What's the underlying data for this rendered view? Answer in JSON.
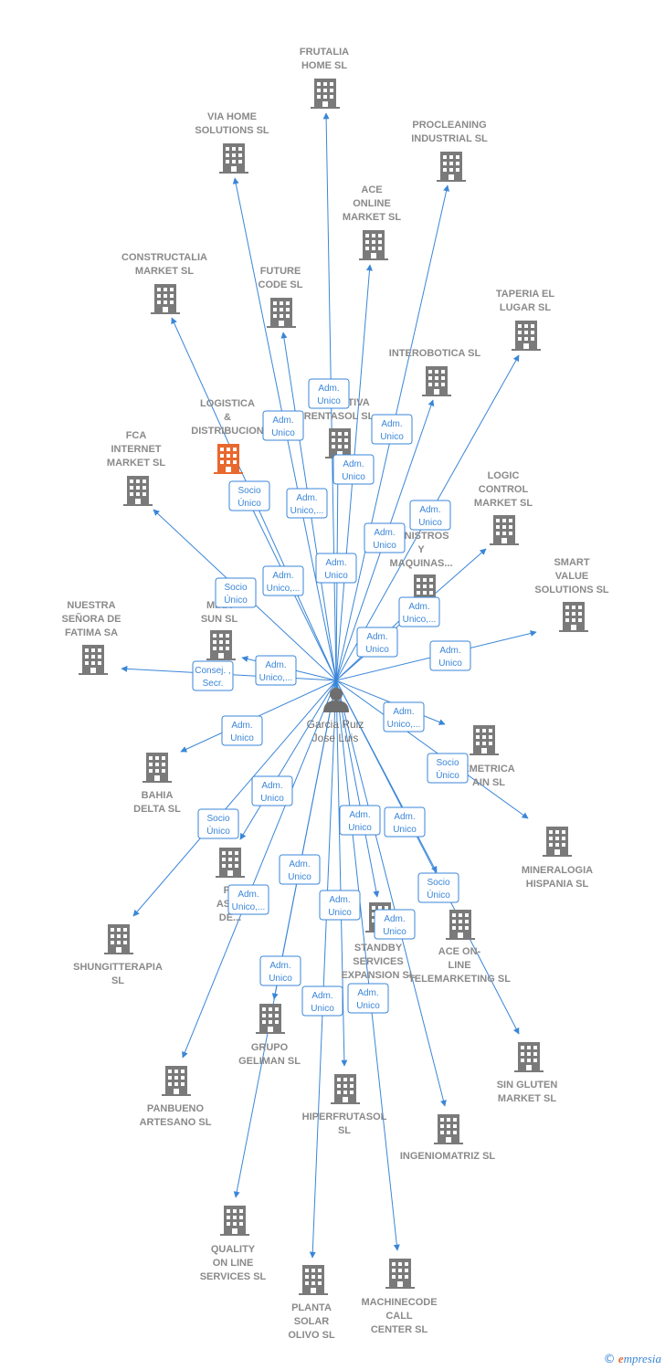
{
  "colors": {
    "edge": "#3a86d8",
    "building": "#7a7a7a",
    "highlight": "#e8682d",
    "person": "#6e6e6e"
  },
  "center": {
    "name_line1": "Garcia Ruiz",
    "name_line2": "Jose Luis",
    "icon": "person-icon"
  },
  "brand": {
    "copyright": "©",
    "e": "e",
    "rest": "mpresia"
  },
  "nodes": [
    {
      "id": "frutalia",
      "lines": [
        "FRUTALIA",
        "HOME  SL"
      ],
      "badge": [
        "Adm.",
        "Unico"
      ]
    },
    {
      "id": "via-home",
      "lines": [
        "VIA HOME",
        "SOLUTIONS SL"
      ],
      "badge": [
        "Adm.",
        "Unico"
      ]
    },
    {
      "id": "procleaning",
      "lines": [
        "PROCLEANING",
        "INDUSTRIAL SL"
      ],
      "badge": [
        "Adm.",
        "Unico"
      ]
    },
    {
      "id": "ace-online",
      "lines": [
        "ACE",
        "ONLINE",
        "MARKET SL"
      ],
      "badge": [
        "Adm.",
        "Unico"
      ]
    },
    {
      "id": "constructalia",
      "lines": [
        "CONSTRUCTALIA",
        "MARKET  SL"
      ],
      "badge": [
        "Socio",
        "Único"
      ]
    },
    {
      "id": "future-code",
      "lines": [
        "FUTURE",
        "CODE  SL"
      ],
      "badge": [
        "Adm.",
        "Unico,..."
      ]
    },
    {
      "id": "taperia",
      "lines": [
        "TAPERIA EL",
        "LUGAR SL"
      ],
      "badge": [
        "Adm.",
        "Unico"
      ]
    },
    {
      "id": "interobotica",
      "lines": [
        "INTEROBOTICA SL"
      ],
      "badge": [
        "Adm.",
        "Unico"
      ]
    },
    {
      "id": "logistica",
      "lines": [
        "LOGISTICA",
        "&",
        "DISTRIBUCION"
      ],
      "highlight": true,
      "badge": [
        "Socio",
        "Único"
      ]
    },
    {
      "id": "administrativa",
      "lines": [
        "ADMINISTRATIVA",
        "RENTASOL SL"
      ],
      "visible_lines": [
        "RIA",
        "ADM      RATIVA",
        "RENTASOL SL"
      ],
      "badge": [
        "Adm.",
        "Unico"
      ]
    },
    {
      "id": "fca",
      "lines": [
        "FCA",
        "INTERNET",
        "MARKET  SL"
      ],
      "badge": [
        "Adm.",
        "Unico,..."
      ]
    },
    {
      "id": "logic-control",
      "lines": [
        "LOGIC",
        "CONTROL",
        "MARKET SL"
      ],
      "badge": [
        "Adm.",
        "Unico,..."
      ]
    },
    {
      "id": "suministros",
      "lines": [
        "MINISTROS",
        "Y",
        "MAQUINAS..."
      ],
      "badge": [
        "Adm.",
        "Unico"
      ]
    },
    {
      "id": "smart-value",
      "lines": [
        "SMART",
        "VALUE",
        "SOLUTIONS SL"
      ],
      "badge": [
        "Adm.",
        "Unico"
      ]
    },
    {
      "id": "nuestra",
      "lines": [
        "NUESTRA",
        "SEÑORA DE",
        "FATIMA SA"
      ],
      "badge": [
        "Consej. ,",
        "Secr."
      ]
    },
    {
      "id": "mira-sun",
      "lines": [
        "MIRA",
        "SUN  SL"
      ],
      "badge": [
        "Adm.",
        "Unico,..."
      ]
    },
    {
      "id": "bahia",
      "lines": [
        "BAHIA",
        "DELTA SL"
      ],
      "badge": [
        "Adm.",
        "Unico"
      ]
    },
    {
      "id": "geometrica",
      "lines": [
        "GEOMETRICA",
        "SPAIN  SL"
      ],
      "visible_lines": [
        "EMETRICA",
        "AIN  SL"
      ],
      "badge": [
        "Adm.",
        "Unico,..."
      ]
    },
    {
      "id": "mineralogia",
      "lines": [
        "MINERALOGIA",
        "HISPANIA  SL"
      ],
      "badge": [
        "Socio",
        "Único"
      ]
    },
    {
      "id": "shungitterapia",
      "lines": [
        "SHUNGITTERAPIA",
        "SL"
      ],
      "badge": [
        "Socio",
        "Único"
      ]
    },
    {
      "id": "fuente",
      "lines": [
        "FU",
        "ASTO",
        "DE..."
      ],
      "badge": [
        "Adm.",
        "Unico"
      ]
    },
    {
      "id": "standby",
      "lines": [
        "STANDBY",
        "SERVICES",
        "EXPANSION SL"
      ],
      "badge": [
        "Adm.",
        "Unico"
      ]
    },
    {
      "id": "ace-on-line",
      "lines": [
        "ACE ON-",
        "LINE",
        "TELEMARKETING SL"
      ],
      "badge": [
        "Adm.",
        "Unico"
      ]
    },
    {
      "id": "sin-gluten",
      "lines": [
        "SIN GLUTEN",
        "MARKET  SL"
      ],
      "badge": [
        "Socio",
        "Único"
      ]
    },
    {
      "id": "grupo-geliman",
      "lines": [
        "GRUPO",
        "GELIMAN  SL"
      ],
      "badge": [
        "Adm.",
        "Unico"
      ]
    },
    {
      "id": "panbueno",
      "lines": [
        "PANBUENO",
        "ARTESANO  SL"
      ],
      "badge": [
        "Adm.",
        "Unico,..."
      ]
    },
    {
      "id": "hiperfrutasol",
      "lines": [
        "HIPERFRUTASOL",
        "SL"
      ],
      "badge": [
        "Adm.",
        "Unico"
      ]
    },
    {
      "id": "ingeniomatriz",
      "lines": [
        "INGENIOMATRIZ SL"
      ],
      "badge": [
        "Adm.",
        "Unico"
      ]
    },
    {
      "id": "quality",
      "lines": [
        "QUALITY",
        "ON LINE",
        "SERVICES  SL"
      ],
      "badge": [
        "Adm.",
        "Unico"
      ]
    },
    {
      "id": "planta-solar",
      "lines": [
        "PLANTA",
        "SOLAR",
        "OLIVO SL"
      ],
      "badge": [
        "Adm.",
        "Unico"
      ]
    },
    {
      "id": "machinecode",
      "lines": [
        "MACHINECODE",
        "CALL",
        "CENTER  SL"
      ],
      "badge": [
        "Adm.",
        "Unico"
      ]
    }
  ]
}
